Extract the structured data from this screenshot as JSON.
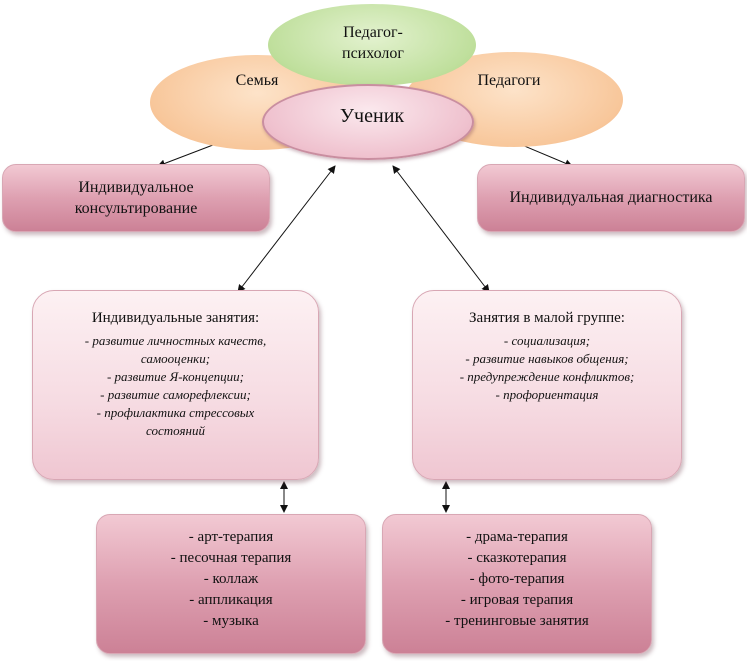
{
  "center": {
    "psychologist": "Педагог-\nпсихолог",
    "family": "Семья",
    "teachers": "Педагоги",
    "student": "Ученик"
  },
  "consultation": {
    "label": "Индивидуальное\nконсультирование"
  },
  "diagnostics": {
    "label": "Индивидуальная диагностика"
  },
  "individual": {
    "title": "Индивидуальные занятия:",
    "items": [
      "- развитие личностных качеств,\nсамооценки;",
      "- развитие Я-концепции;",
      "- развитие саморефлексии;",
      "- профилактика стрессовых\nсостояний"
    ]
  },
  "group": {
    "title": "Занятия в малой группе:",
    "items": [
      "- социализация;",
      "- развитие навыков общения;",
      "- предупреждение конфликтов;",
      "- профориентация"
    ]
  },
  "techniques_left": {
    "items": [
      "- арт-терапия",
      "- песочная терапия",
      "- коллаж",
      "- аппликация",
      "- музыка"
    ]
  },
  "techniques_right": {
    "items": [
      "- драма-терапия",
      "- сказкотерапия",
      "- фото-терапия",
      "- игровая терапия",
      "- тренинговые занятия"
    ]
  }
}
